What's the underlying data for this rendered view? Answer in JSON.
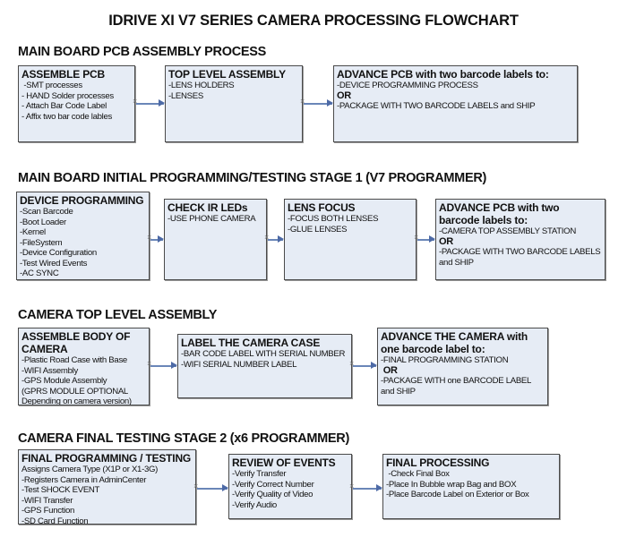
{
  "title": "IDRIVE XI V7 SERIES CAMERA PROCESSING FLOWCHART",
  "colors": {
    "box_fill": "#e6ecf5",
    "box_border": "#4a4a4a",
    "arrow": "#5a7ab0"
  },
  "sections": [
    {
      "heading": "MAIN BOARD PCB ASSEMBLY PROCESS",
      "boxes": [
        {
          "header": "ASSEMBLE PCB",
          "lines": [
            " -SMT processes",
            "- HAND Solder processes",
            "- Attach Bar Code Label",
            "- Affix two bar code lables"
          ]
        },
        {
          "header": "TOP LEVEL ASSEMBLY",
          "lines": [
            "-LENS HOLDERS",
            "-LENSES"
          ]
        },
        {
          "header": "ADVANCE PCB with two barcode labels to:",
          "lines": [
            "-DEVICE PROGRAMMING PROCESS",
            "OR",
            "-PACKAGE WITH TWO BARCODE LABELS and SHIP"
          ]
        }
      ]
    },
    {
      "heading": "MAIN BOARD INITIAL PROGRAMMING/TESTING STAGE 1 (V7 PROGRAMMER)",
      "boxes": [
        {
          "header": "DEVICE PROGRAMMING",
          "lines": [
            "-Scan Barcode",
            "-Boot Loader",
            "-Kernel",
            "-FileSystem",
            "-Device Configuration",
            "-Test Wired Events",
            "-AC SYNC"
          ]
        },
        {
          "header": "CHECK IR LEDs",
          "lines": [
            "-USE PHONE CAMERA"
          ]
        },
        {
          "header": "LENS FOCUS",
          "lines": [
            "-FOCUS BOTH LENSES",
            "-GLUE LENSES"
          ]
        },
        {
          "header": "ADVANCE PCB with two barcode labels to:",
          "lines": [
            "-CAMERA TOP ASSEMBLY STATION",
            "OR",
            "-PACKAGE WITH TWO BARCODE LABELS",
            "and SHIP"
          ]
        }
      ]
    },
    {
      "heading": "CAMERA TOP LEVEL ASSEMBLY",
      "boxes": [
        {
          "header": "ASSEMBLE BODY OF CAMERA",
          "lines": [
            "-Plastic Road Case with Base",
            "-WIFI Assembly",
            "-GPS Module Assembly",
            "(GPRS MODULE OPTIONAL",
            "Depending on camera version)"
          ]
        },
        {
          "header": "LABEL THE CAMERA CASE",
          "lines": [
            "-BAR CODE LABEL WITH SERIAL NUMBER",
            "-WIFI SERIAL NUMBER LABEL"
          ]
        },
        {
          "header": "ADVANCE THE CAMERA with one barcode label to:",
          "lines": [
            "-FINAL PROGRAMMING STATION",
            " OR",
            "-PACKAGE WITH one BARCODE LABEL",
            "and SHIP"
          ]
        }
      ]
    },
    {
      "heading": "CAMERA FINAL TESTING STAGE 2 (x6 PROGRAMMER)",
      "boxes": [
        {
          "header": "FINAL PROGRAMMING / TESTING",
          "lines": [
            "Assigns Camera Type (X1P or X1-3G)",
            "-Registers Camera in AdminCenter",
            "-Test SHOCK EVENT",
            "-WIFI Transfer",
            "-GPS Function",
            "-SD Card Function"
          ]
        },
        {
          "header": "REVIEW OF EVENTS",
          "lines": [
            "-Verify Transfer",
            "-Verify Correct Number",
            "-Verify Quality of Video",
            "-Verify Audio"
          ]
        },
        {
          "header": "FINAL PROCESSING",
          "lines": [
            " -Check Final Box",
            "-Place In Bubble wrap Bag and BOX",
            "-Place Barcode Label on Exterior or Box"
          ]
        }
      ]
    }
  ]
}
